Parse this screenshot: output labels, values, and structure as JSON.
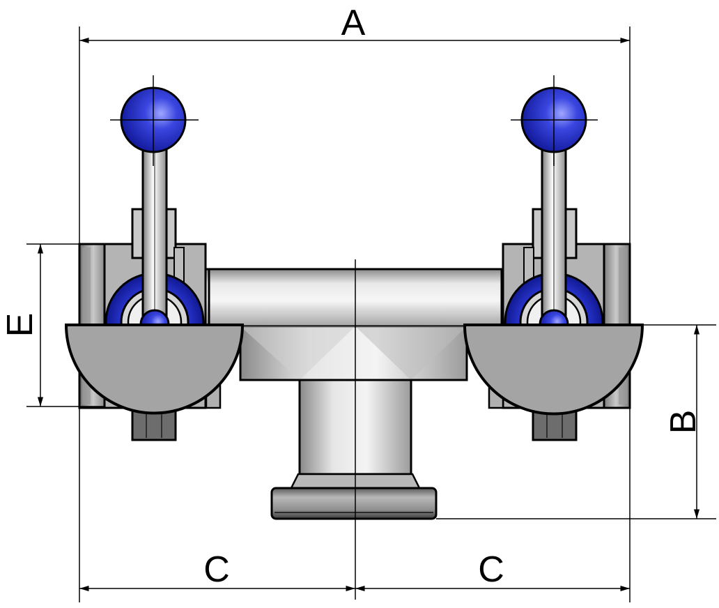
{
  "dimensions": {
    "A": "A",
    "B": "B",
    "C_left": "C",
    "C_right": "C",
    "E": "E"
  },
  "colors": {
    "handle_knob": "#2430c8",
    "steel_light": "#e4e4e4",
    "steel_mid": "#c6c6c6",
    "steel_dark": "#7d7d7d",
    "guard": "#9d9d9d",
    "outline": "#000000"
  },
  "icons": {
    "left_valve": "butterfly-valve-icon",
    "right_valve": "butterfly-valve-icon"
  }
}
